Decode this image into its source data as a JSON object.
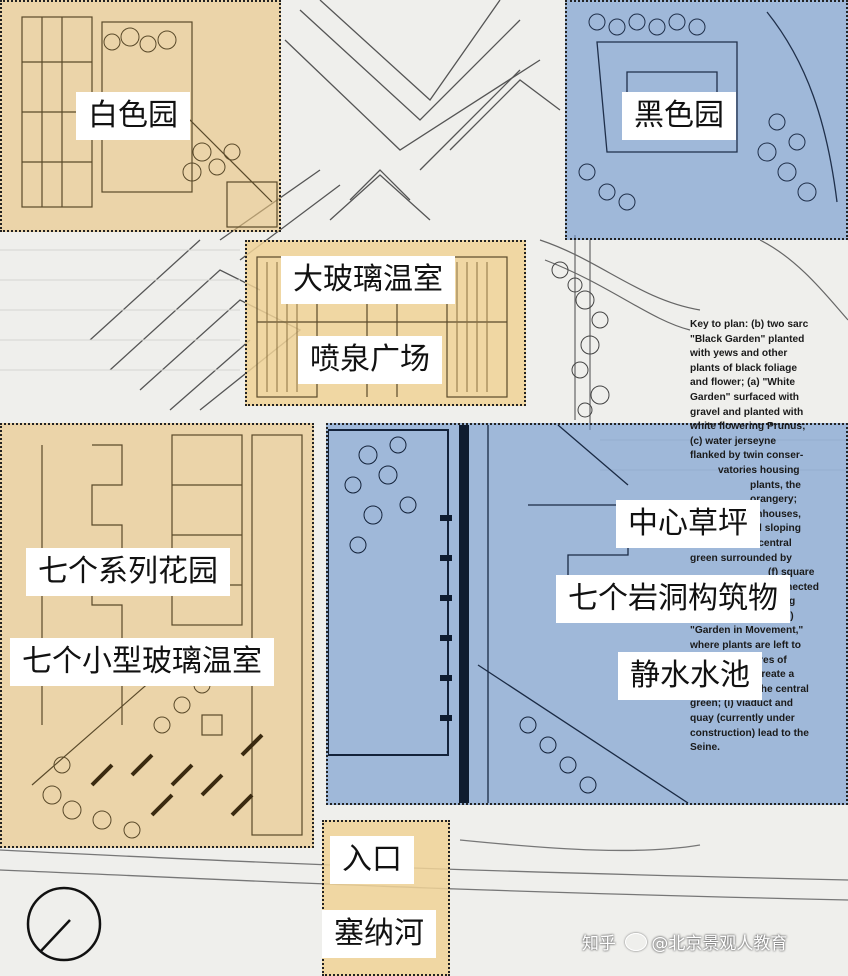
{
  "labels": {
    "white_garden": "白色园",
    "black_garden": "黑色园",
    "big_greenhouse": "大玻璃温室",
    "fountain_plaza": "喷泉广场",
    "serial_gardens": "七个系列花园",
    "small_greenhouses": "七个小型玻璃温室",
    "central_lawn": "中心草坪",
    "grotto_structures": "七个岩洞构筑物",
    "still_pool": "静水水池",
    "entrance": "入口",
    "seine": "塞纳河"
  },
  "key_text": [
    "Key to plan: (b) two sarc",
    "\"Black Garden\" planted",
    "with yews and other",
    "plants of black foliage",
    "and flower; (a) \"White",
    "Garden\" surfaced with",
    "gravel and planted with",
    "white flowering Prunus;",
    "(c) water jerseyne",
    "flanked by twin conser-",
    "vatories housing",
    "plants, the",
    "orangery;",
    "(d) small greenhouses,",
    "rockworks and sloping",
    "the 'mirror' of central",
    "green surrounded by",
    "(f) square",
    "connected",
    "along",
    "rectangular canal; (g)",
    "\"Garden in Movement,\"",
    "where plants are left to",
    "seed; (h) squares of",
    "clipped trees create a",
    "rhythm along the central",
    "green; (i) viaduct and",
    "quay (currently under",
    "construction) lead to the",
    "Seine."
  ],
  "watermark": {
    "site": "知乎",
    "account": "@北京景观人教育"
  },
  "colors": {
    "tan_overlay": "#e9c480",
    "blue_overlay": "#6e96cd",
    "label_bg": "#ffffff",
    "border": "#222222"
  }
}
